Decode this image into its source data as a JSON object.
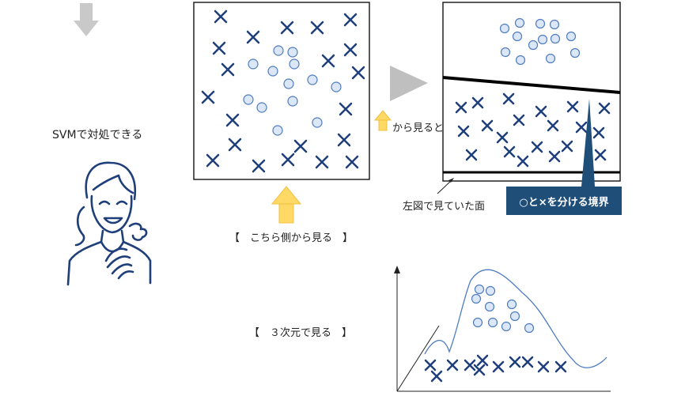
{
  "labels": {
    "svm_caption": "SVMで対処できる",
    "view_from_here": "【　こちら側から見る　】",
    "view_from_here_right": "から見ると",
    "left_figure_plane": "左図で見ていた面",
    "boundary_callout": "○と×を分ける境界",
    "view_3d": "【　３次元で見る　】"
  },
  "colors": {
    "cross": "#1f3f7a",
    "circle_fill": "#dbe6f6",
    "circle_stroke": "#4e7cc0",
    "arrow_yellow": "#ffd966",
    "arrow_gray": "#bfbfbf",
    "callout_bg": "#1f4e79"
  },
  "icons": {
    "top_arrow": "down-arrow-icon",
    "person": "person-breathing-icon"
  }
}
